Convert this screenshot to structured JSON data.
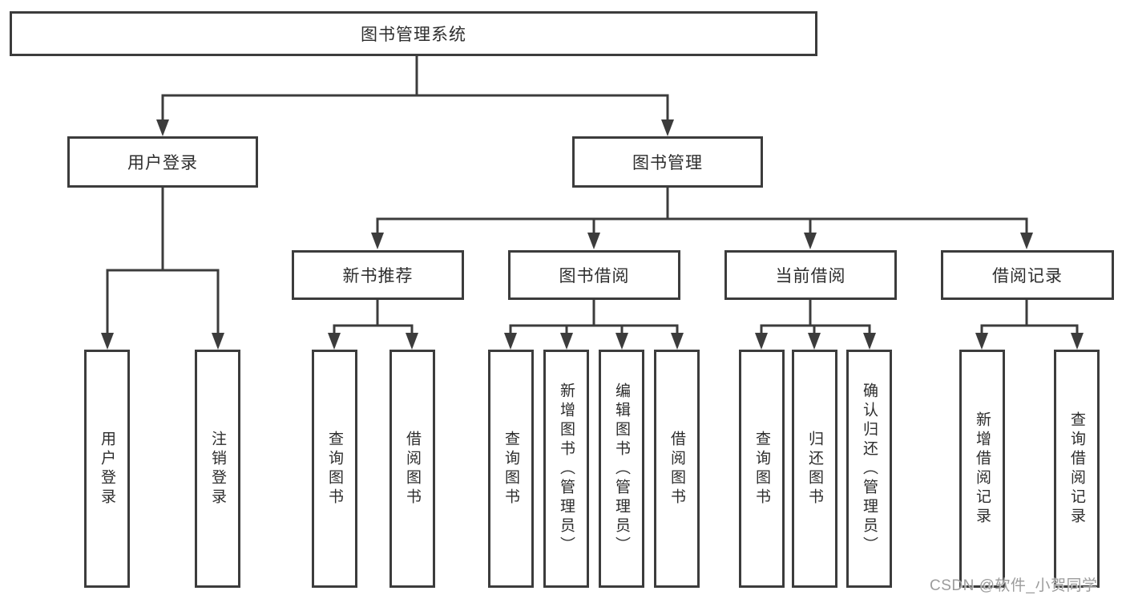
{
  "nodes": {
    "root": {
      "label": "图书管理系统"
    },
    "level1": [
      {
        "label": "用户登录"
      },
      {
        "label": "图书管理"
      }
    ],
    "level2": [
      {
        "label": "新书推荐",
        "parent": "图书管理"
      },
      {
        "label": "图书借阅",
        "parent": "图书管理"
      },
      {
        "label": "当前借阅",
        "parent": "图书管理"
      },
      {
        "label": "借阅记录",
        "parent": "图书管理"
      }
    ],
    "leaves": [
      {
        "label": "用户登录",
        "parent": "用户登录"
      },
      {
        "label": "注销登录",
        "parent": "用户登录"
      },
      {
        "label": "查询图书",
        "parent": "新书推荐"
      },
      {
        "label": "借阅图书",
        "parent": "新书推荐"
      },
      {
        "label": "查询图书",
        "parent": "图书借阅"
      },
      {
        "label": "新增图书（管理员）",
        "parent": "图书借阅"
      },
      {
        "label": "编辑图书（管理员）",
        "parent": "图书借阅"
      },
      {
        "label": "借阅图书",
        "parent": "图书借阅"
      },
      {
        "label": "查询图书",
        "parent": "当前借阅"
      },
      {
        "label": "归还图书",
        "parent": "当前借阅"
      },
      {
        "label": "确认归还（管理员）",
        "parent": "当前借阅"
      },
      {
        "label": "新增借阅记录",
        "parent": "借阅记录"
      },
      {
        "label": "查询借阅记录",
        "parent": "借阅记录"
      }
    ]
  },
  "watermark": {
    "text": "CSDN @软件_小贺同学"
  },
  "colors": {
    "line": "#3c3c3c",
    "box_border": "#3c3c3c",
    "text": "#2d2d2d",
    "watermark_text": "#9c9c9c",
    "background": "#ffffff"
  }
}
